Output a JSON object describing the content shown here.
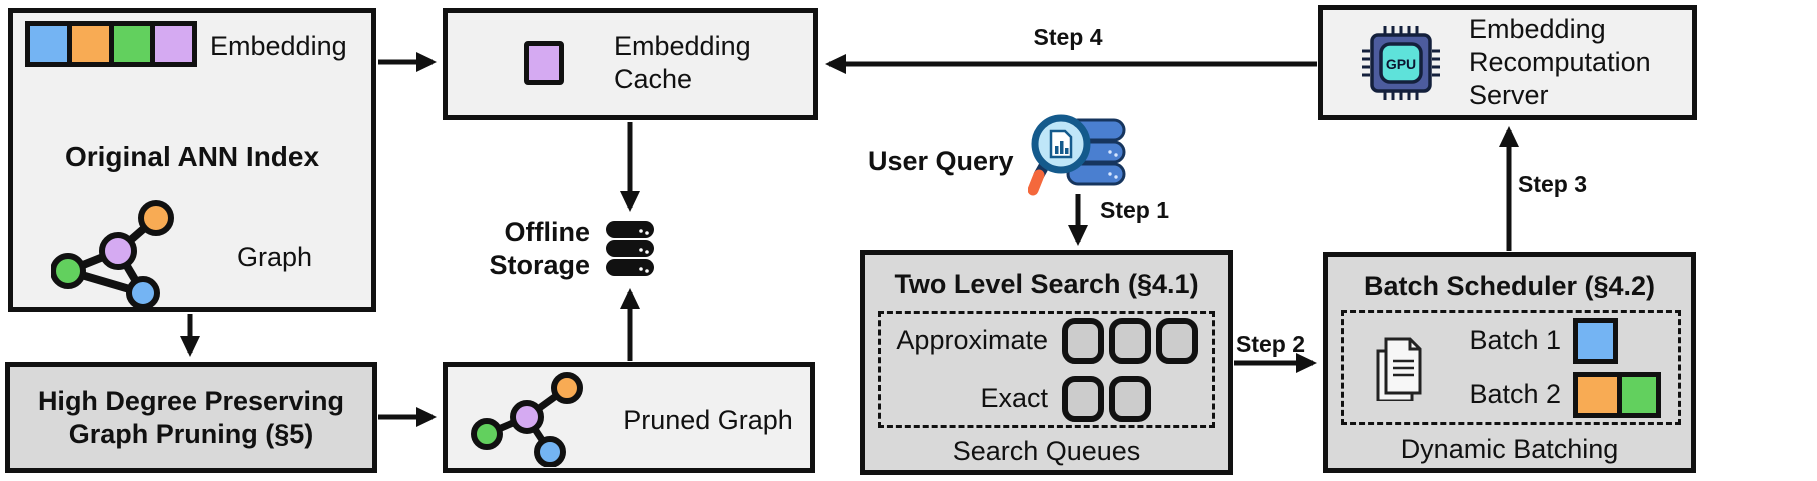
{
  "colors": {
    "blue": "#74b4f3",
    "orange": "#f8ab54",
    "green": "#62d05e",
    "purple": "#d5aaf2",
    "box-light": "#f1f1f1",
    "box-dark": "#d9d9d9",
    "queue-fill": "#cccccc",
    "ink": "#111111",
    "chip-body": "#4d5c9e",
    "chip-inner": "#5ee2da",
    "db-blue": "#4a7fd0",
    "db-dark": "#16355e",
    "lens-fill": "#bfe6f8",
    "lens-rim": "#145a8c",
    "handle-orange": "#f4683c"
  },
  "ann_index": {
    "title": "Original ANN Index",
    "embedding_label": "Embedding",
    "graph_label": "Graph"
  },
  "embedding_cache": {
    "label": "Embedding Cache"
  },
  "offline_storage": {
    "label": "Offline Storage"
  },
  "pruning": {
    "label": "High Degree Preserving Graph Pruning (§5)"
  },
  "pruned_graph": {
    "label": "Pruned Graph"
  },
  "user_query": {
    "label": "User Query"
  },
  "two_level_search": {
    "title": "Two Level Search (§4.1)",
    "approximate_label": "Approximate",
    "exact_label": "Exact",
    "footer": "Search Queues"
  },
  "batch_scheduler": {
    "title": "Batch Scheduler (§4.2)",
    "batch1_label": "Batch 1",
    "batch2_label": "Batch 2",
    "footer": "Dynamic Batching"
  },
  "recompute_server": {
    "label": "Embedding Recomputation Server",
    "chip_label": "GPU"
  },
  "steps": {
    "step1": "Step 1",
    "step2": "Step 2",
    "step3": "Step 3",
    "step4": "Step 4"
  }
}
